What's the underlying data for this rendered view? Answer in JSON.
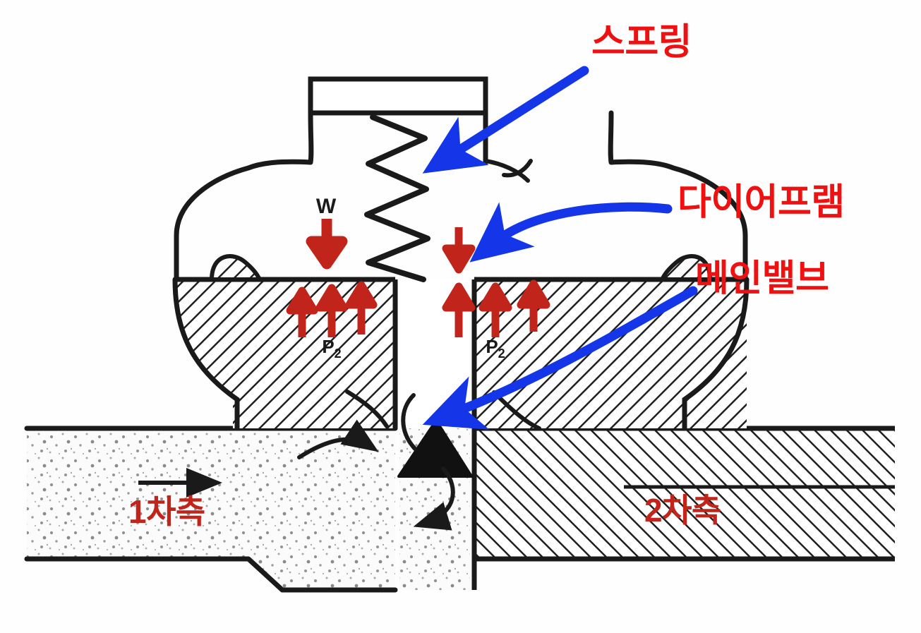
{
  "figure": {
    "kind": "engineering-cross-section",
    "subject": "pressure reducing valve",
    "background_color": "#fefefe",
    "line_color": "#1a1a1a"
  },
  "colors": {
    "callout_red": "#ee1111",
    "force_arrow_red": "#c0241a",
    "pointer_blue": "#1436e8",
    "outline_black": "#1a1a1a",
    "valve_plug_fill": "#111111"
  },
  "callouts": [
    {
      "id": "spring",
      "label": "스프링",
      "color": "#ee1111",
      "font_size": 52,
      "pointer": "blue-arrow-down-left",
      "points_at": "spring-coil"
    },
    {
      "id": "diaphragm",
      "label": "다이어프램",
      "color": "#ee1111",
      "font_size": 52,
      "pointer": "blue-arrow-left-curved",
      "points_at": "diaphragm-membrane"
    },
    {
      "id": "main-valve",
      "label": "메인밸브",
      "color": "#ee1111",
      "font_size": 52,
      "pointer": "blue-arrow-down-left-long",
      "points_at": "valve-plug"
    },
    {
      "id": "primary-side",
      "label": "1차측",
      "color": "#c0241a",
      "font_size": 46,
      "pointer": "none",
      "points_at": "inlet-pipe"
    },
    {
      "id": "secondary-side",
      "label": "2차측",
      "color": "#c0241a",
      "font_size": 46,
      "pointer": "none",
      "points_at": "outlet-pipe"
    }
  ],
  "symbols": {
    "spring_force_label": "W",
    "pressure_label_left": "P",
    "pressure_label_left_sub": "2",
    "pressure_label_right": "P",
    "pressure_label_right_sub": "2"
  },
  "force_arrows": {
    "down_left": {
      "count": 1,
      "direction": "down",
      "label": "W",
      "color": "#c0241a"
    },
    "down_right": {
      "count": 1,
      "direction": "down",
      "label": "",
      "color": "#c0241a"
    },
    "up_left": {
      "count": 3,
      "direction": "up",
      "label": "P2",
      "color": "#c0241a"
    },
    "up_right": {
      "count": 3,
      "direction": "up",
      "label": "P2",
      "color": "#c0241a"
    }
  },
  "flow": {
    "inlet_arrow": "right",
    "inlet_texture": "stipple",
    "outlet_texture": "hatch",
    "body_texture": "hatch"
  },
  "components": [
    {
      "name": "top-cap",
      "interactable": false
    },
    {
      "name": "spring-coil",
      "interactable": false
    },
    {
      "name": "bonnet-body",
      "interactable": false
    },
    {
      "name": "diaphragm-membrane",
      "interactable": false
    },
    {
      "name": "valve-stem",
      "interactable": false
    },
    {
      "name": "valve-plug",
      "interactable": false
    },
    {
      "name": "inlet-pipe",
      "interactable": false
    },
    {
      "name": "outlet-pipe",
      "interactable": false
    }
  ]
}
